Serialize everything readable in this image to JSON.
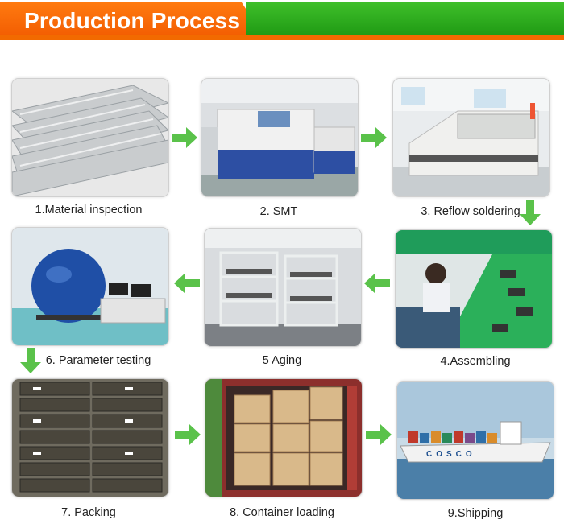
{
  "header": {
    "title": "Production Process"
  },
  "colors": {
    "orange": "#f26a00",
    "green": "#2aaa1e",
    "arrow": "#5ac24a"
  },
  "steps": [
    {
      "label": "1.Material inspection"
    },
    {
      "label": "2. SMT"
    },
    {
      "label": "3. Reflow soldering"
    },
    {
      "label": "4.Assembling"
    },
    {
      "label": "5 Aging"
    },
    {
      "label": "6. Parameter testing"
    },
    {
      "label": "7. Packing"
    },
    {
      "label": "8. Container loading"
    },
    {
      "label": "9.Shipping"
    }
  ],
  "ship": {
    "hull_text": "COSCO"
  }
}
